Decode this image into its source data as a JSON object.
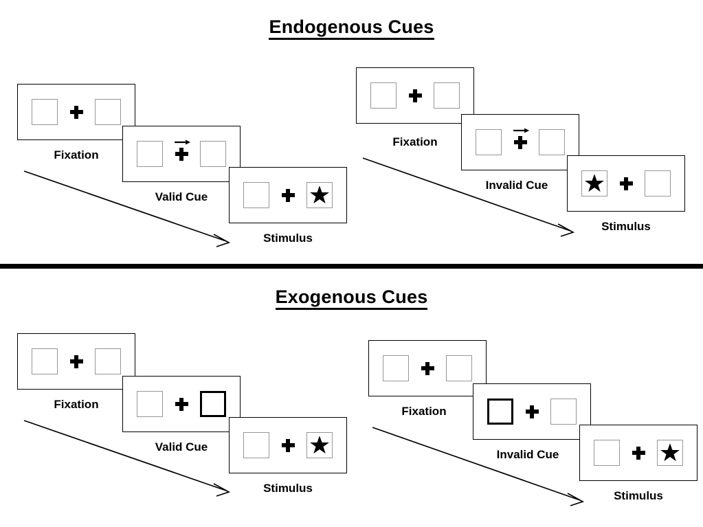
{
  "sections": [
    {
      "id": "endogenous",
      "title": "Endogenous Cues",
      "cue_type": "arrow",
      "conditions": [
        {
          "id": "endogenous-valid",
          "panels": [
            {
              "label": "Fixation",
              "left_box": "empty",
              "right_box": "empty",
              "cue": "none"
            },
            {
              "label": "Valid Cue",
              "left_box": "empty",
              "right_box": "empty",
              "cue": "arrow-right"
            },
            {
              "label": "Stimulus",
              "left_box": "empty",
              "right_box": "star",
              "cue": "none"
            }
          ]
        },
        {
          "id": "endogenous-invalid",
          "panels": [
            {
              "label": "Fixation",
              "left_box": "empty",
              "right_box": "empty",
              "cue": "none"
            },
            {
              "label": "Invalid Cue",
              "left_box": "empty",
              "right_box": "empty",
              "cue": "arrow-right"
            },
            {
              "label": "Stimulus",
              "left_box": "star",
              "right_box": "empty",
              "cue": "none"
            }
          ]
        }
      ]
    },
    {
      "id": "exogenous",
      "title": "Exogenous Cues",
      "cue_type": "box-highlight",
      "conditions": [
        {
          "id": "exogenous-valid",
          "panels": [
            {
              "label": "Fixation",
              "left_box": "empty",
              "right_box": "empty",
              "cue": "none"
            },
            {
              "label": "Valid Cue",
              "left_box": "empty",
              "right_box": "cued",
              "cue": "none"
            },
            {
              "label": "Stimulus",
              "left_box": "empty",
              "right_box": "star",
              "cue": "none"
            }
          ]
        },
        {
          "id": "exogenous-invalid",
          "panels": [
            {
              "label": "Fixation",
              "left_box": "empty",
              "right_box": "empty",
              "cue": "none"
            },
            {
              "label": "Invalid Cue",
              "left_box": "cued",
              "right_box": "empty",
              "cue": "none"
            },
            {
              "label": "Stimulus",
              "left_box": "empty",
              "right_box": "star",
              "cue": "none"
            }
          ]
        }
      ]
    }
  ],
  "icons": {
    "star": "star-icon",
    "fixation_cross": "fixation-cross-icon",
    "arrow_cue": "arrow-right-cue-icon",
    "time_arrow": "time-progression-arrow-icon"
  },
  "colors": {
    "ink": "#000000",
    "box_border": "#969696",
    "panel_border": "#000000",
    "background": "#ffffff"
  }
}
